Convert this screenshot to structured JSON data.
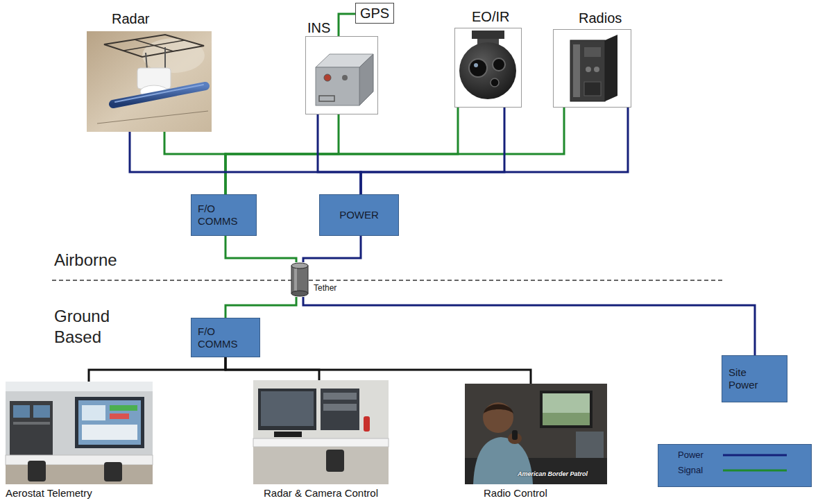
{
  "diagram": {
    "nodes": [
      {
        "text": [
          "Radar"
        ]
      },
      {
        "text": [
          "INS"
        ]
      },
      {
        "text": [
          "GPS"
        ]
      },
      {
        "text": [
          "EO/IR"
        ]
      },
      {
        "text": [
          "Radios"
        ]
      },
      {
        "text": [
          "F/O COMMS"
        ]
      },
      {
        "text": [
          "POWER"
        ]
      },
      {
        "text": [
          "Tether"
        ]
      },
      {
        "text": [
          "F/O COMMS"
        ]
      },
      {
        "text": [
          "Site Power"
        ]
      },
      {
        "text": [
          "Aerostat Telemetry"
        ]
      },
      {
        "text": [
          "Radar & Camera Control"
        ]
      },
      {
        "text": [
          "Radio Control"
        ]
      }
    ],
    "edges": [
      {
        "from": 0,
        "to": 5,
        "arrow": "none"
      },
      {
        "from": 1,
        "to": 5,
        "arrow": "none"
      },
      {
        "from": 3,
        "to": 5,
        "arrow": "none"
      },
      {
        "from": 4,
        "to": 5,
        "arrow": "none"
      },
      {
        "from": 2,
        "to": 1,
        "arrow": "none"
      },
      {
        "from": 6,
        "to": 0,
        "arrow": "none"
      },
      {
        "from": 6,
        "to": 1,
        "arrow": "none"
      },
      {
        "from": 6,
        "to": 3,
        "arrow": "none"
      },
      {
        "from": 6,
        "to": 4,
        "arrow": "none"
      },
      {
        "from": 5,
        "to": 7,
        "arrow": "none"
      },
      {
        "from": 6,
        "to": 7,
        "arrow": "none"
      },
      {
        "from": 7,
        "to": 8,
        "arrow": "none"
      },
      {
        "from": 9,
        "to": 7,
        "arrow": "none"
      },
      {
        "from": 8,
        "to": 10,
        "arrow": "none"
      },
      {
        "from": 8,
        "to": 11,
        "arrow": "none"
      },
      {
        "from": 8,
        "to": 12,
        "arrow": "none"
      }
    ],
    "labels": [
      "Airborne",
      "Ground Based",
      "American Border Patrol"
    ],
    "legend": [
      {
        "text": "Power"
      },
      {
        "text": "Signal"
      }
    ]
  }
}
